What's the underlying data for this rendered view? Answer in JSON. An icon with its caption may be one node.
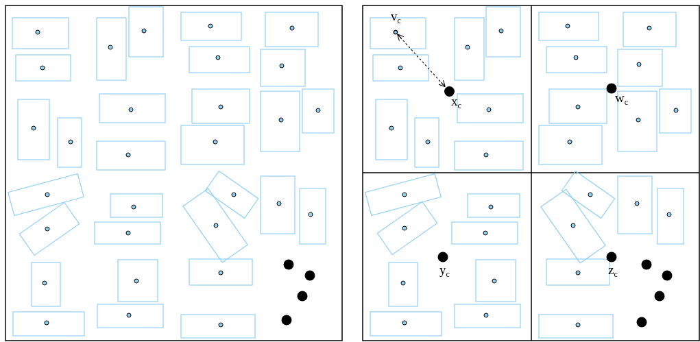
{
  "diagram": {
    "nodes": [
      {
        "text": [
          "v$_{c}$"
        ]
      },
      {
        "text": [
          "x$_{c}$"
        ]
      }
    ],
    "edges": [
      {
        "from": 0,
        "to": 1,
        "arrow": "both",
        "style": "dashed"
      }
    ],
    "labels": [
      "w$_{c}$",
      "y$_{c}$",
      "z$_{c}$"
    ]
  }
}
